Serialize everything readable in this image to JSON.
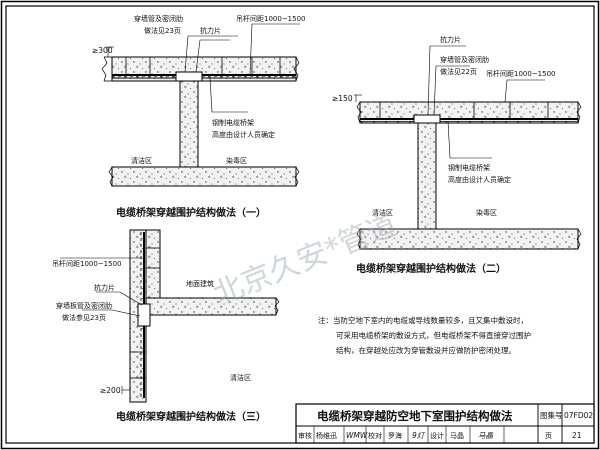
{
  "watermark": "北京久安*管道",
  "diagram1": {
    "title": "电缆桥架穿越围护结构做法（一）",
    "label_pipe_1": "穿墙管及密闭肋",
    "label_pipe_2": "做法见23页",
    "label_fin": "抗力片",
    "label_hanger": "吊杆间距1000~1500",
    "dim": "≥300",
    "label_tray_1": "钢制电缆桥架",
    "label_tray_2": "高度由设计人员确定",
    "zone_left": "清洁区",
    "zone_right": "染毒区"
  },
  "diagram2": {
    "title": "电缆桥架穿越围护结构做法（二）",
    "label_fin": "抗力片",
    "label_pipe_1": "穿墙管及密闭肋",
    "label_pipe_2": "做法见22页",
    "label_hanger": "吊杆间距1000~1500",
    "dim": "≥150",
    "label_tray_1": "钢制电缆桥架",
    "label_tray_2": "高度由设计人员确定",
    "zone_left": "清洁区",
    "zone_right": "染毒区"
  },
  "diagram3": {
    "title": "电缆桥架穿越围护结构做法（三）",
    "label_hanger": "吊杆间距1000~1500",
    "label_fin": "抗力片",
    "label_ground": "地面建筑",
    "label_pipe_1": "穿墙板管及密闭肋",
    "label_pipe_2": "做法参见23页",
    "dim": "≥200",
    "zone_lower": "清洁区"
  },
  "note": {
    "line1": "注：当防空地下室内的电缆或导线数量较多，且又集中敷设时，",
    "line2": "可采用电缆桥架的敷设方式，但电缆桥架不得直接穿过围护",
    "line3": "结构，在穿越处应改为穿管敷设并应做防护密闭处理。"
  },
  "title_block": {
    "drawing_title": "电缆桥架穿越防空地下室围护结构做法",
    "atlas_label": "图集号",
    "atlas_number": "07FD02",
    "review_label": "审核",
    "reviewer": "杨维迅",
    "review_sign": "WMW",
    "check_label": "校对",
    "checker": "罗海",
    "check_sign": "9灯",
    "design_label": "设计",
    "designer": "马晶",
    "design_sign": "马晶",
    "page_label": "页",
    "page_number": "21"
  }
}
